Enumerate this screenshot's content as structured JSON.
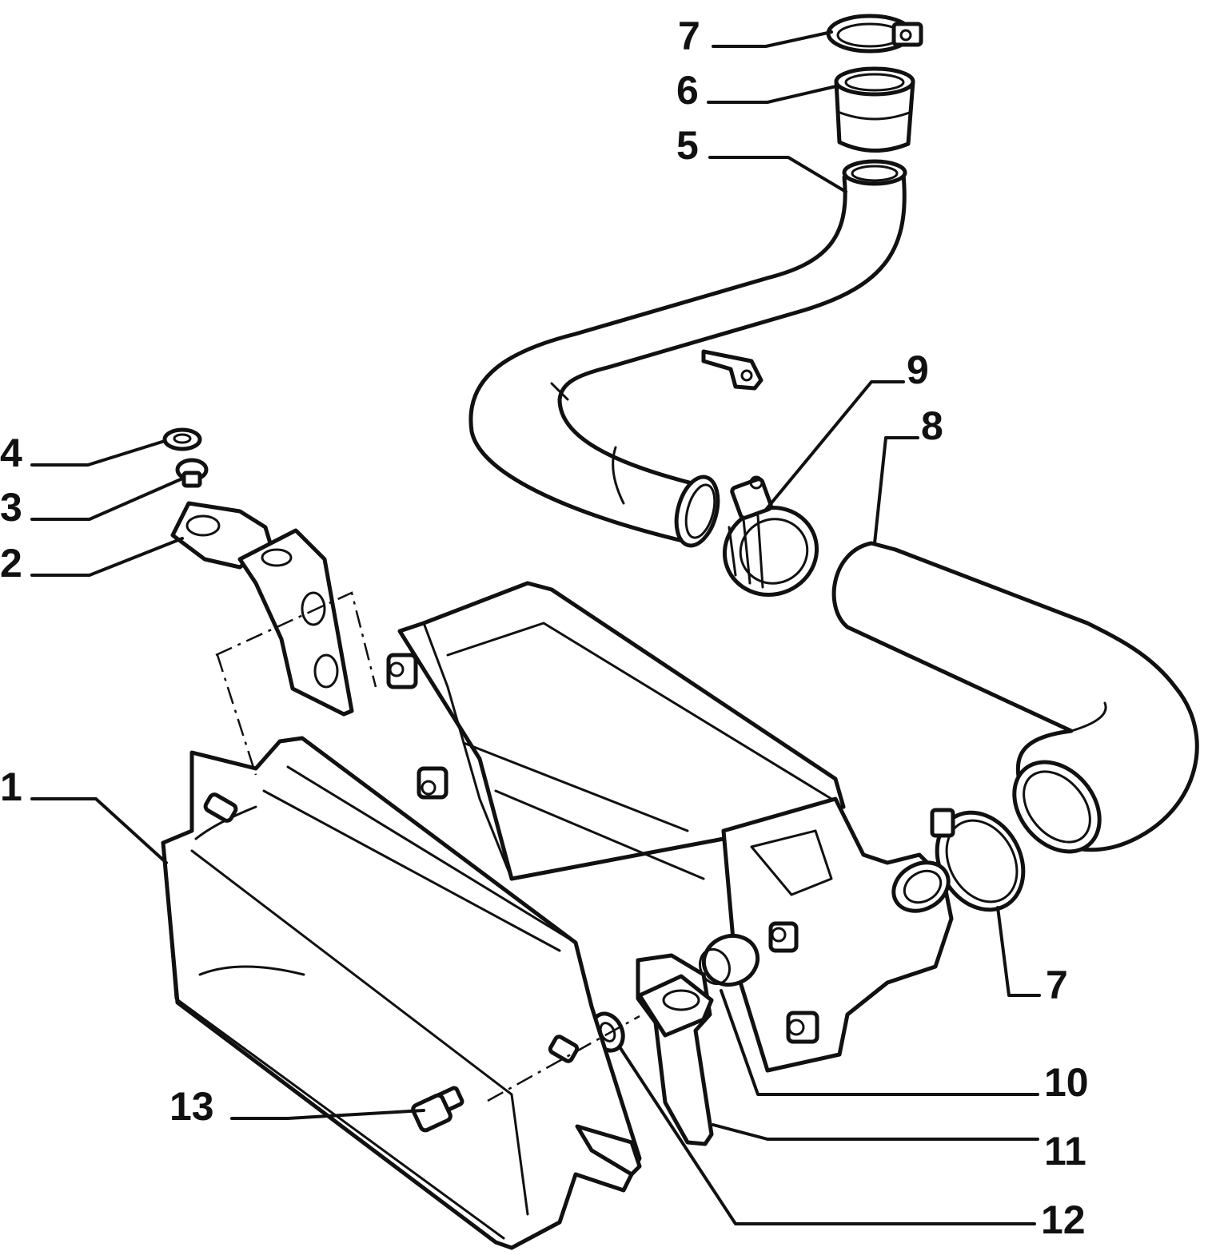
{
  "callouts": [
    {
      "id": "7a",
      "label": "7"
    },
    {
      "id": "6",
      "label": "6"
    },
    {
      "id": "5",
      "label": "5"
    },
    {
      "id": "9",
      "label": "9"
    },
    {
      "id": "8",
      "label": "8"
    },
    {
      "id": "4",
      "label": "4"
    },
    {
      "id": "3",
      "label": "3"
    },
    {
      "id": "2",
      "label": "2"
    },
    {
      "id": "1",
      "label": "1"
    },
    {
      "id": "7b",
      "label": "7"
    },
    {
      "id": "10",
      "label": "10"
    },
    {
      "id": "11",
      "label": "11"
    },
    {
      "id": "13",
      "label": "13"
    },
    {
      "id": "12",
      "label": "12"
    }
  ]
}
